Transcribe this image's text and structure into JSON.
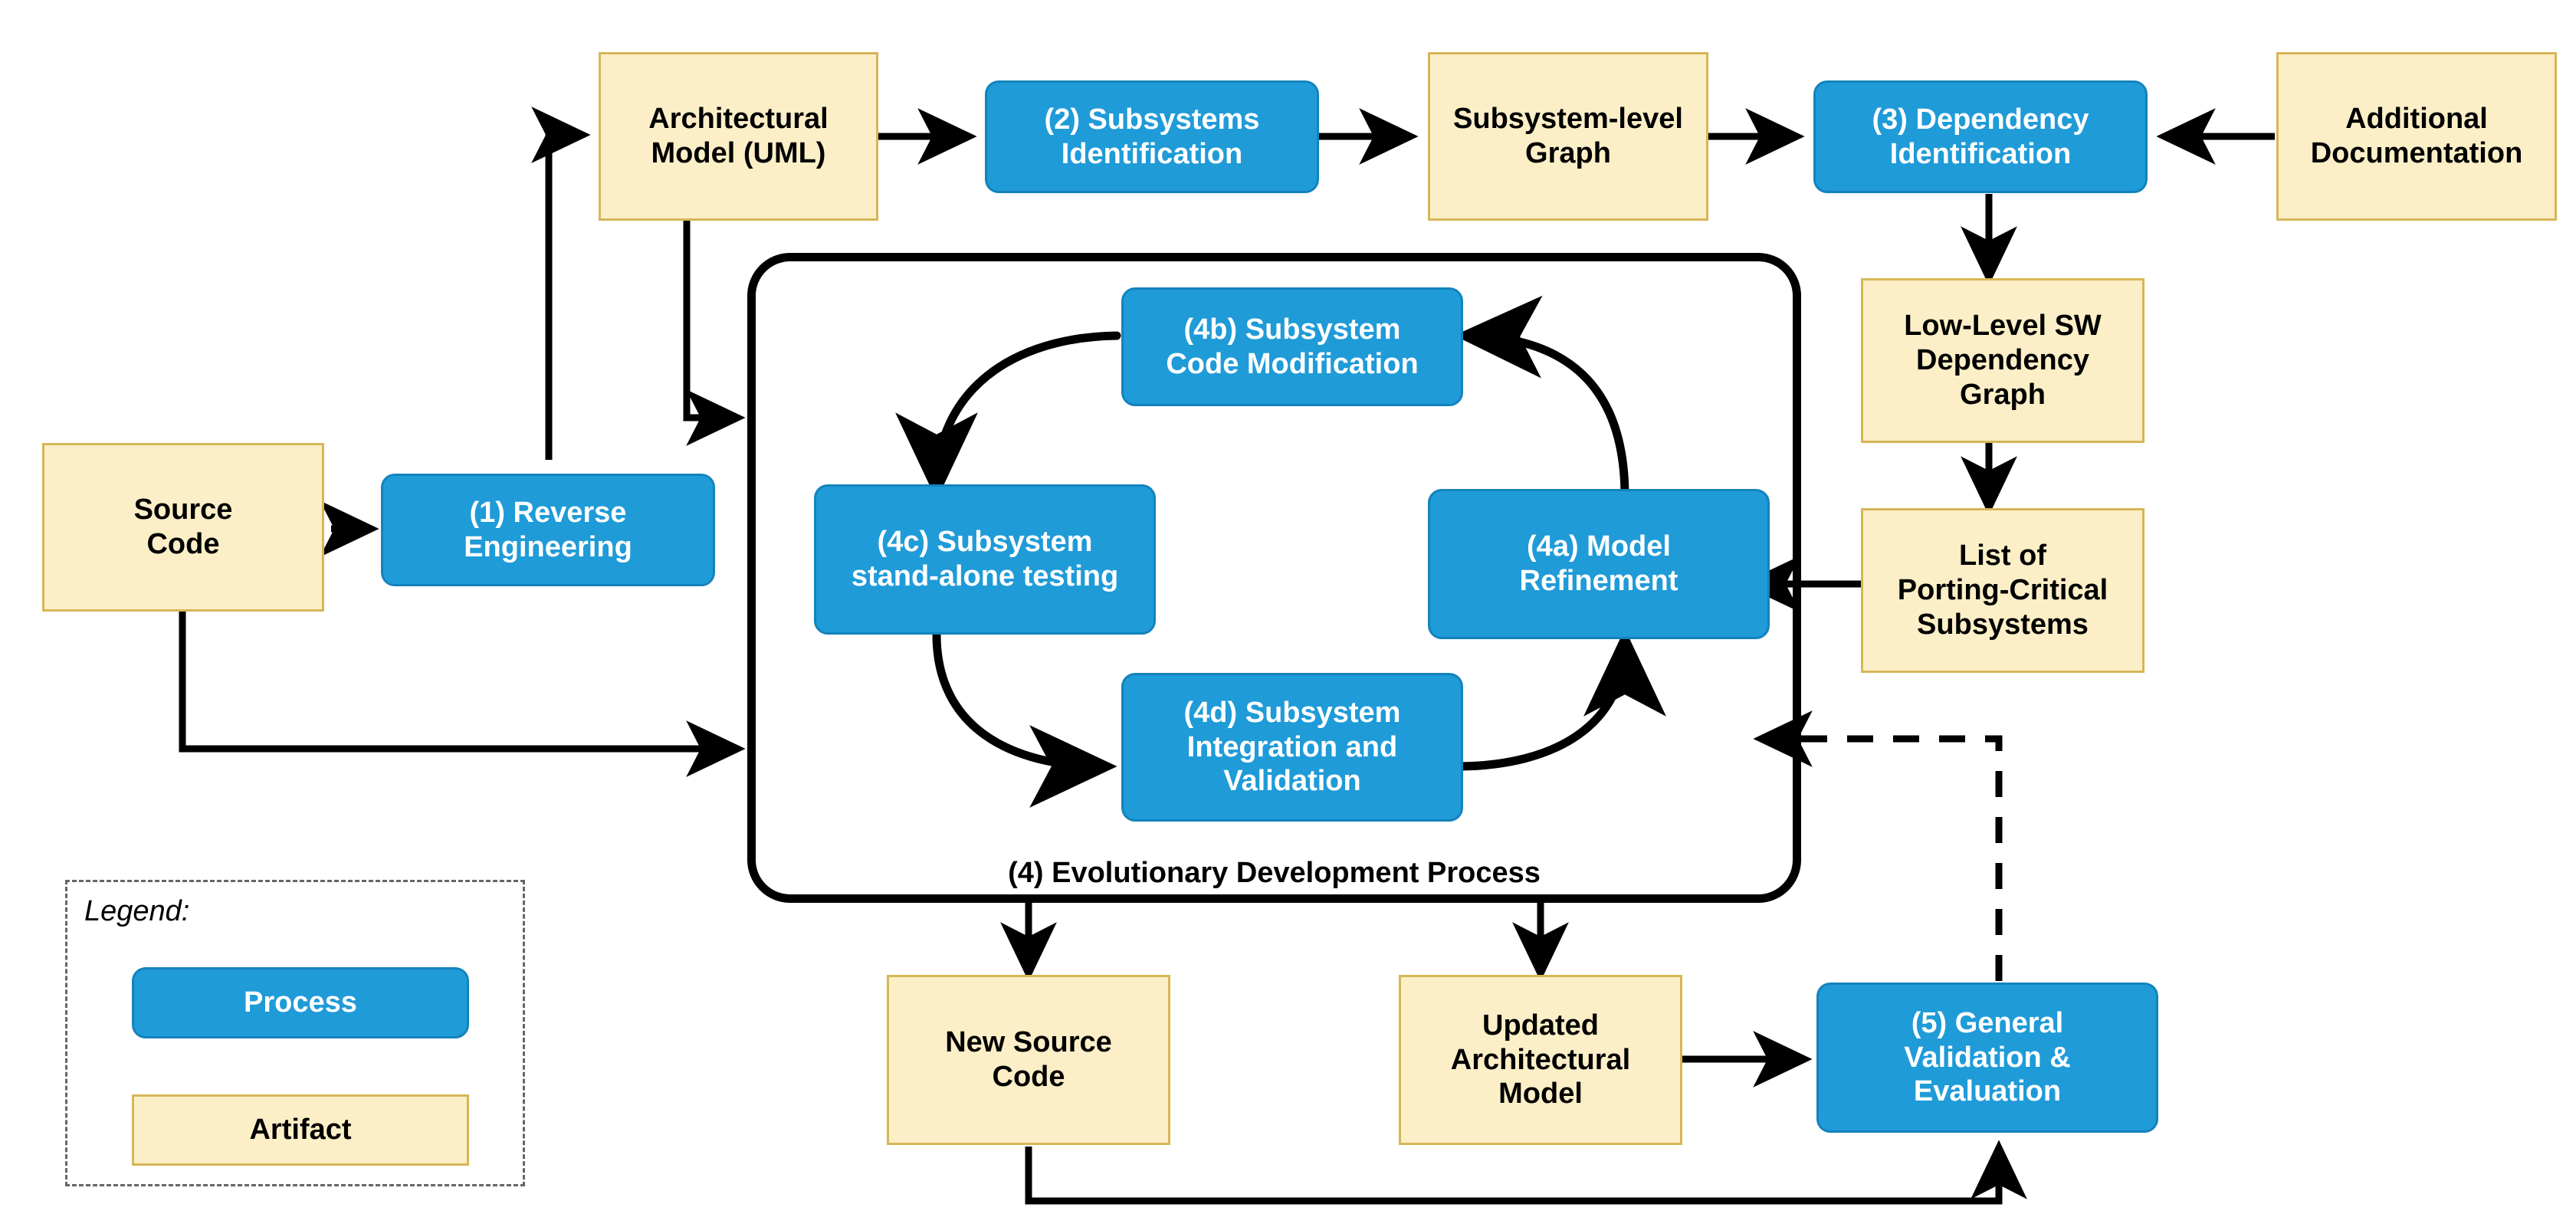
{
  "diagram": {
    "title": "Software Porting / Re-engineering Process Flow",
    "colors": {
      "process_fill": "#1F9BD8",
      "process_stroke": "#1383BC",
      "artifact_fill": "#FCEFC7",
      "artifact_stroke": "#D6B656",
      "arrow": "#000000",
      "legend_border": "#666666",
      "background": "#FFFFFF"
    }
  },
  "nodes": {
    "architectural_model": {
      "label": "Architectural\nModel (UML)",
      "type": "artifact"
    },
    "subsystems_identification": {
      "label": "(2) Subsystems\nIdentification",
      "type": "process"
    },
    "subsystem_level_graph": {
      "label": "Subsystem-level\nGraph",
      "type": "artifact"
    },
    "dependency_identification": {
      "label": "(3) Dependency\nIdentification",
      "type": "process"
    },
    "additional_documentation": {
      "label": "Additional\nDocumentation",
      "type": "artifact"
    },
    "low_level_sw_dependency_graph": {
      "label": "Low-Level SW\nDependency\nGraph",
      "type": "artifact"
    },
    "list_of_porting_critical_subsystems": {
      "label": "List of\nPorting-Critical\nSubsystems",
      "type": "artifact"
    },
    "source_code": {
      "label": "Source\nCode",
      "type": "artifact"
    },
    "reverse_engineering": {
      "label": "(1) Reverse\nEngineering",
      "type": "process"
    },
    "subsystem_code_modification": {
      "label": "(4b) Subsystem\nCode Modification",
      "type": "process"
    },
    "subsystem_standalone_testing": {
      "label": "(4c) Subsystem\nstand-alone testing",
      "type": "process"
    },
    "model_refinement": {
      "label": "(4a) Model\nRefinement",
      "type": "process"
    },
    "subsystem_integration_validation": {
      "label": "(4d) Subsystem\nIntegration and\nValidation",
      "type": "process"
    },
    "evolutionary_development_process": {
      "label": "(4) Evolutionary Development Process",
      "type": "container"
    },
    "new_source_code": {
      "label": "New Source\nCode",
      "type": "artifact"
    },
    "updated_architectural_model": {
      "label": "Updated\nArchitectural\nModel",
      "type": "artifact"
    },
    "general_validation_evaluation": {
      "label": "(5) General\nValidation &\nEvaluation",
      "type": "process"
    }
  },
  "legend": {
    "title": "Legend:",
    "items": [
      {
        "label": "Process",
        "type": "process"
      },
      {
        "label": "Artifact",
        "type": "artifact"
      }
    ]
  },
  "edges": [
    {
      "from": "source_code",
      "to": "reverse_engineering",
      "style": "solid"
    },
    {
      "from": "reverse_engineering",
      "to": "architectural_model",
      "style": "solid"
    },
    {
      "from": "architectural_model",
      "to": "subsystems_identification",
      "style": "solid"
    },
    {
      "from": "subsystems_identification",
      "to": "subsystem_level_graph",
      "style": "solid"
    },
    {
      "from": "subsystem_level_graph",
      "to": "dependency_identification",
      "style": "solid"
    },
    {
      "from": "additional_documentation",
      "to": "dependency_identification",
      "style": "solid"
    },
    {
      "from": "dependency_identification",
      "to": "low_level_sw_dependency_graph",
      "style": "solid"
    },
    {
      "from": "low_level_sw_dependency_graph",
      "to": "list_of_porting_critical_subsystems",
      "style": "solid"
    },
    {
      "from": "list_of_porting_critical_subsystems",
      "to": "evolutionary_development_process",
      "style": "solid"
    },
    {
      "from": "architectural_model",
      "to": "evolutionary_development_process",
      "style": "solid"
    },
    {
      "from": "source_code",
      "to": "evolutionary_development_process",
      "style": "solid"
    },
    {
      "from": "model_refinement",
      "to": "subsystem_code_modification",
      "style": "solid-curve"
    },
    {
      "from": "subsystem_code_modification",
      "to": "subsystem_standalone_testing",
      "style": "solid-curve"
    },
    {
      "from": "subsystem_standalone_testing",
      "to": "subsystem_integration_validation",
      "style": "solid-curve"
    },
    {
      "from": "subsystem_integration_validation",
      "to": "model_refinement",
      "style": "solid-curve"
    },
    {
      "from": "evolutionary_development_process",
      "to": "new_source_code",
      "style": "solid"
    },
    {
      "from": "evolutionary_development_process",
      "to": "updated_architectural_model",
      "style": "solid"
    },
    {
      "from": "updated_architectural_model",
      "to": "general_validation_evaluation",
      "style": "solid"
    },
    {
      "from": "new_source_code",
      "to": "general_validation_evaluation",
      "style": "solid"
    },
    {
      "from": "general_validation_evaluation",
      "to": "evolutionary_development_process",
      "style": "dashed"
    }
  ]
}
